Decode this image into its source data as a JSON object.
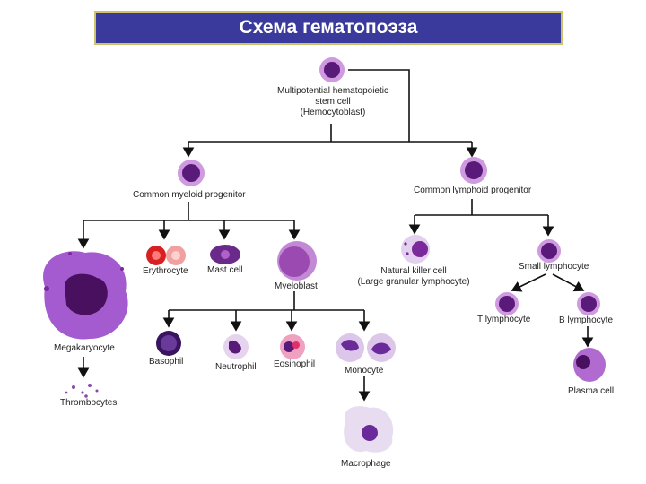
{
  "title": "Схема гематопоэза",
  "stem": {
    "line1": "Multipotential hematopoietic",
    "line2": "stem cell",
    "line3": "(Hemocytoblast)"
  },
  "myeloid_progenitor": "Common myeloid progenitor",
  "lymphoid_progenitor": "Common lymphoid progenitor",
  "erythrocyte": "Erythrocyte",
  "mast_cell": "Mast cell",
  "myeloblast": "Myeloblast",
  "megakaryocyte": "Megakaryocyte",
  "thrombocytes": "Thrombocytes",
  "basophil": "Basophil",
  "neutrophil": "Neutrophil",
  "eosinophil": "Eosinophil",
  "monocyte": "Monocyte",
  "macrophage": "Macrophage",
  "nk_cell": {
    "line1": "Natural killer cell",
    "line2": "(Large granular lymphocyte)"
  },
  "small_lymphocyte": "Small lymphocyte",
  "t_lymphocyte": "T lymphocyte",
  "b_lymphocyte": "B lymphocyte",
  "plasma_cell": "Plasma cell",
  "colors": {
    "title_bg": "#3a3a9c",
    "title_border": "#cfc36a",
    "cell_purple": "#7a2a9a",
    "cell_light": "#d8a8e8"
  }
}
